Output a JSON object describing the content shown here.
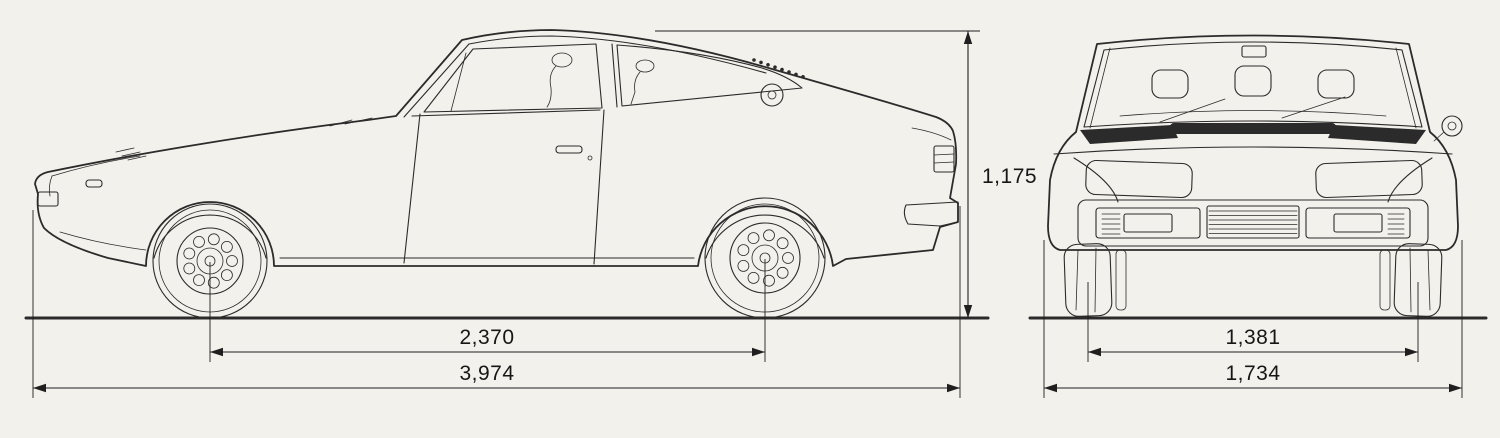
{
  "diagram": {
    "type": "car-blueprint-three-view",
    "views": {
      "side": "side-view",
      "front": "front-view"
    },
    "dimensions": {
      "wheelbase": "2,370",
      "overall_length": "3,974",
      "overall_height": "1,175",
      "track": "1,381",
      "overall_width": "1,734"
    }
  },
  "colors": {
    "background": "#f3f1ec",
    "line": "#2b2b2b",
    "dimension": "#1f1f1f"
  }
}
